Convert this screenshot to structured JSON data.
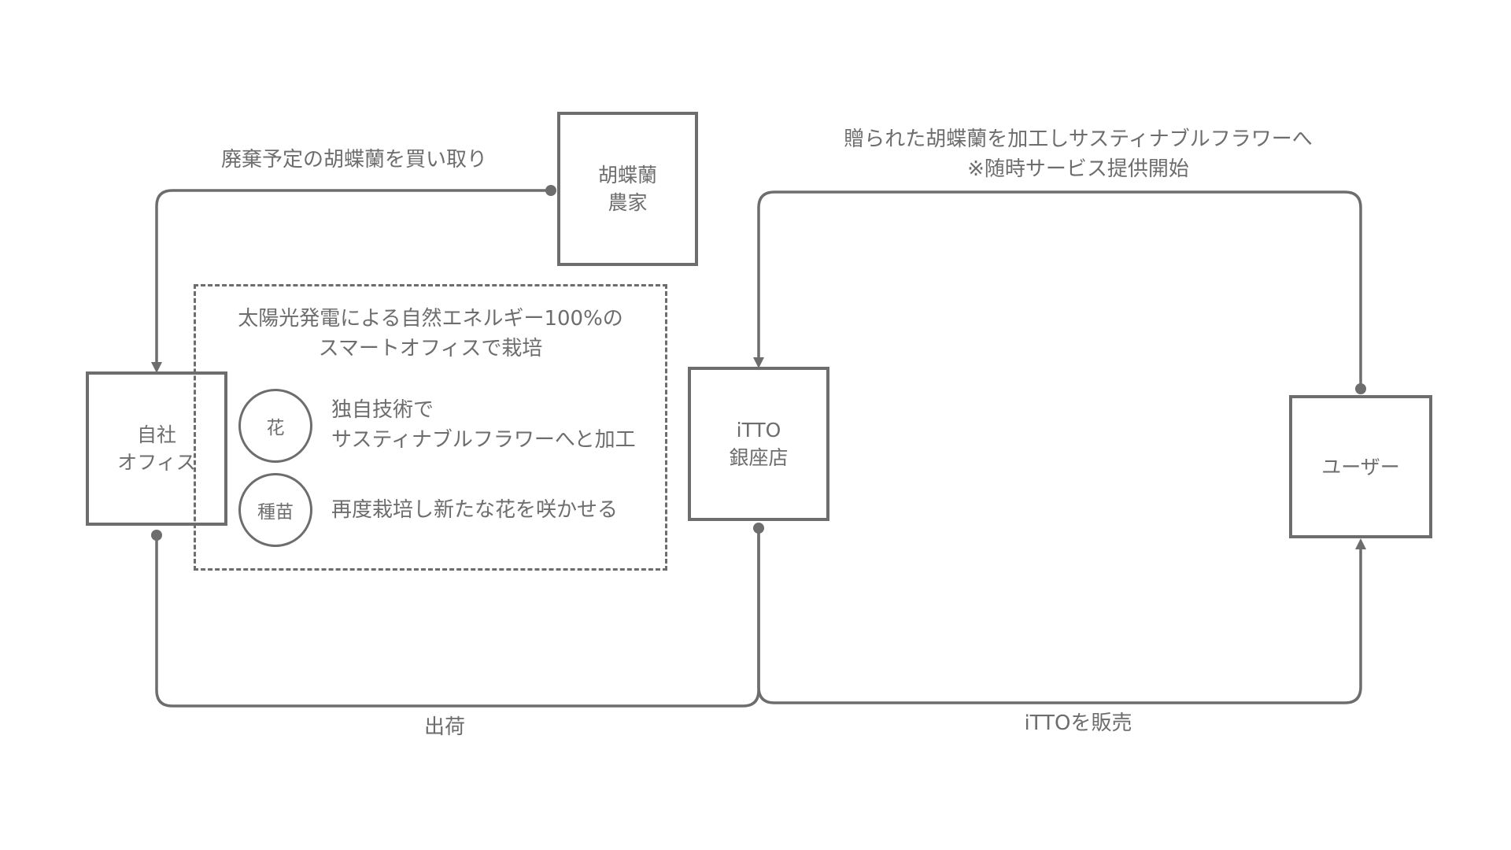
{
  "nodes": {
    "farmer": "胡蝶蘭\n農家",
    "office": "自社\nオフィス",
    "ginza": "iTTO\n銀座店",
    "user": "ユーザー"
  },
  "labels": {
    "buy": "廃棄予定の胡蝶蘭を買い取り",
    "sustainable": "贈られた胡蝶蘭を加工しサスティナブルフラワーへ\n※随時サービス提供開始",
    "ship": "出荷",
    "sell": "iTTOを販売"
  },
  "group": {
    "title": "太陽光発電による自然エネルギー100%の\nスマートオフィスで栽培",
    "items": [
      {
        "badge": "花",
        "text": "独自技術で\nサスティナブルフラワーへと加工"
      },
      {
        "badge": "種苗",
        "text": "再度栽培し新たな花を咲かせる"
      }
    ]
  },
  "colors": {
    "stroke": "#6d6d6d",
    "background": "#ffffff"
  }
}
